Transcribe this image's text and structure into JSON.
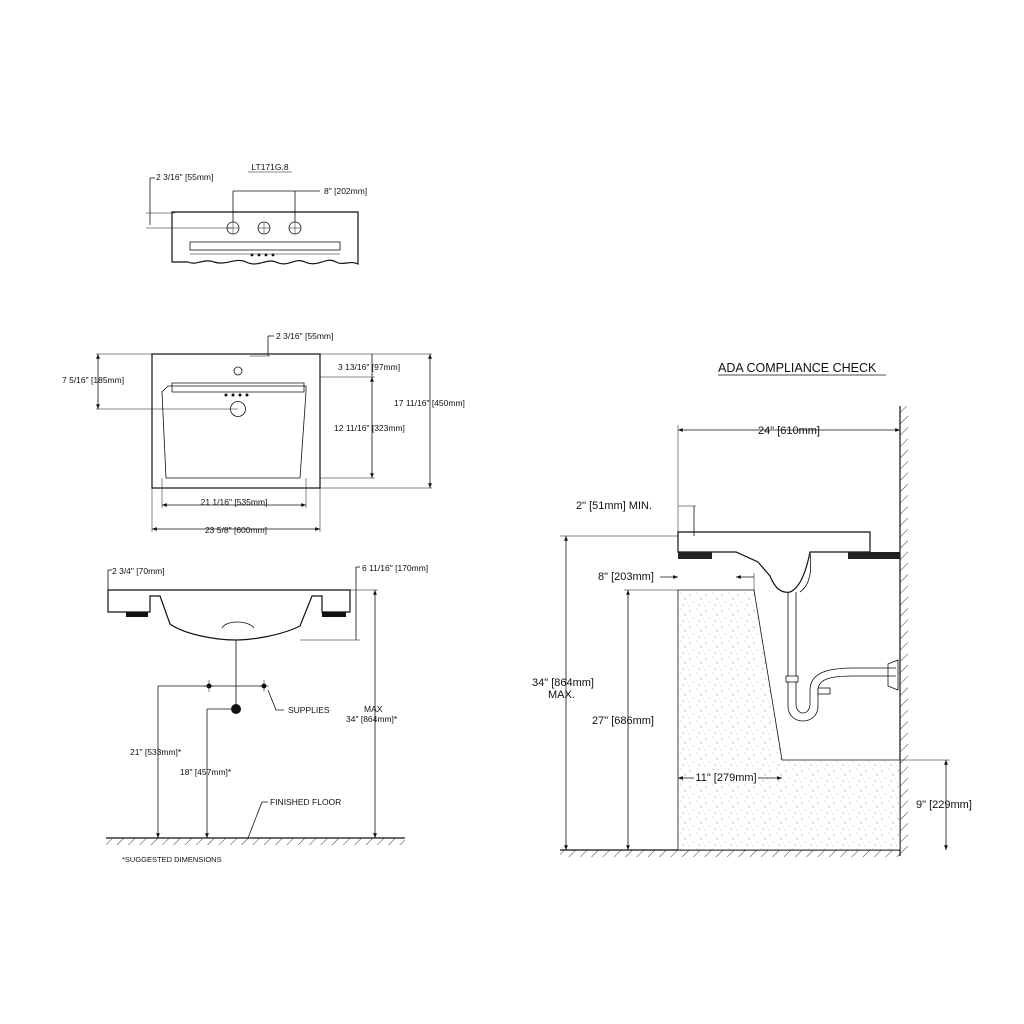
{
  "model_label": "LT171G.8",
  "top_view": {
    "offset_dim": "2 3/16\" [55mm]",
    "spread_dim": "8\" [202mm]"
  },
  "plan_view": {
    "offset_dim": "2 3/16\" [55mm]",
    "front_to_drain_dim": "3 13/16\" [97mm]",
    "left_dim": "7 5/16\" [185mm]",
    "depth_dim": "17 11/16\" [450mm]",
    "bowl_depth_dim": "12 11/16\" [323mm]",
    "bowl_width_dim": "21 1/16\" [535mm]",
    "overall_width_dim": "23 5/8\" [600mm]"
  },
  "side_view": {
    "deck_dim": "2 3/4\" [70mm]",
    "height_dim": "6 11/16\" [170mm]",
    "supplies_label": "SUPPLIES",
    "max_label": "MAX",
    "max_height_dim": "34\" [864mm]*",
    "supply_height_dim": "21\" [533mm]*",
    "drain_height_dim": "18\" [457mm]*",
    "floor_label": "FINISHED FLOOR",
    "footnote": "*SUGGESTED DIMENSIONS"
  },
  "ada": {
    "title": "ADA COMPLIANCE CHECK",
    "width_dim": "24\" [610mm]",
    "edge_dim": "2\" [51mm] MIN.",
    "knee_depth_dim": "8\" [203mm]",
    "rim_height_dim_line1": "34\" [864mm]",
    "rim_height_dim_line2": "MAX.",
    "knee_height_dim": "27\" [686mm]",
    "toe_depth_dim": "11\" [279mm]",
    "toe_height_dim": "9\" [229mm]"
  }
}
